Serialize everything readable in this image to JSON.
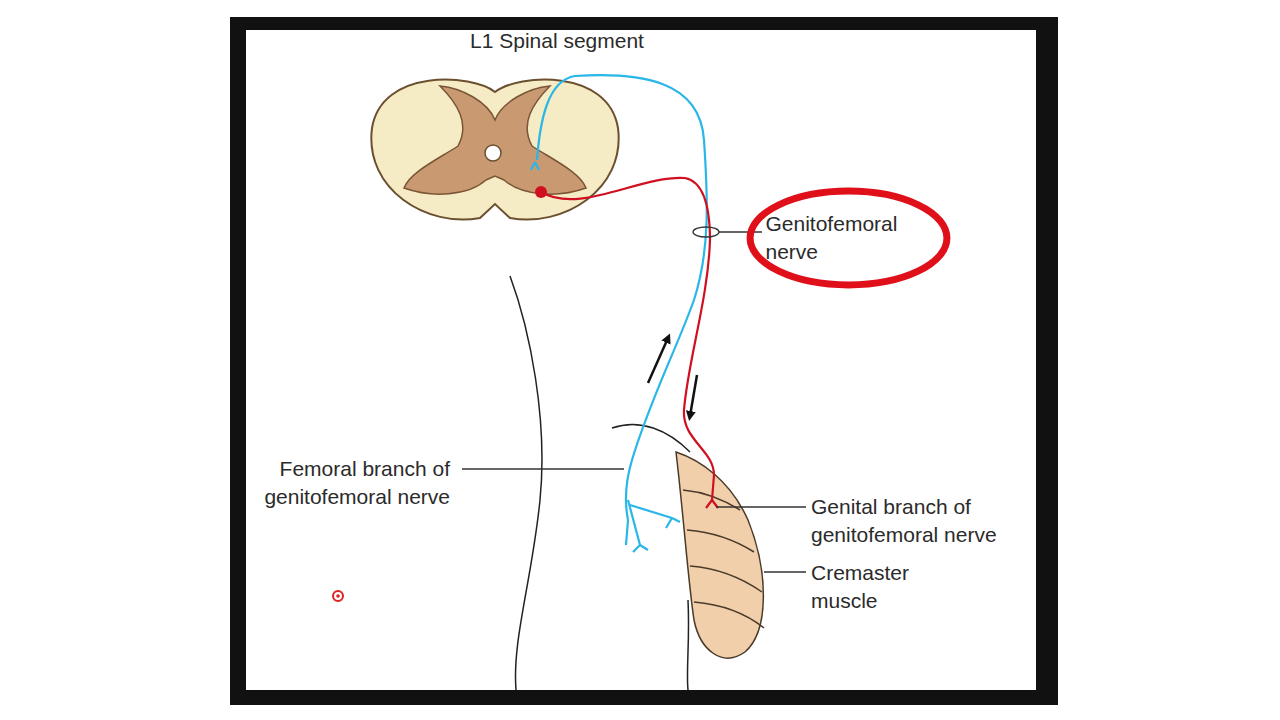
{
  "diagram": {
    "nodes": [
      {
        "text": [
          "Genitofemoral nerve"
        ]
      }
    ],
    "edges": [],
    "labels": [
      "L1 Spinal segment",
      "Femoral branch of genitofemoral nerve",
      "Genital branch of genitofemoral nerve",
      "Cremaster muscle"
    ]
  }
}
